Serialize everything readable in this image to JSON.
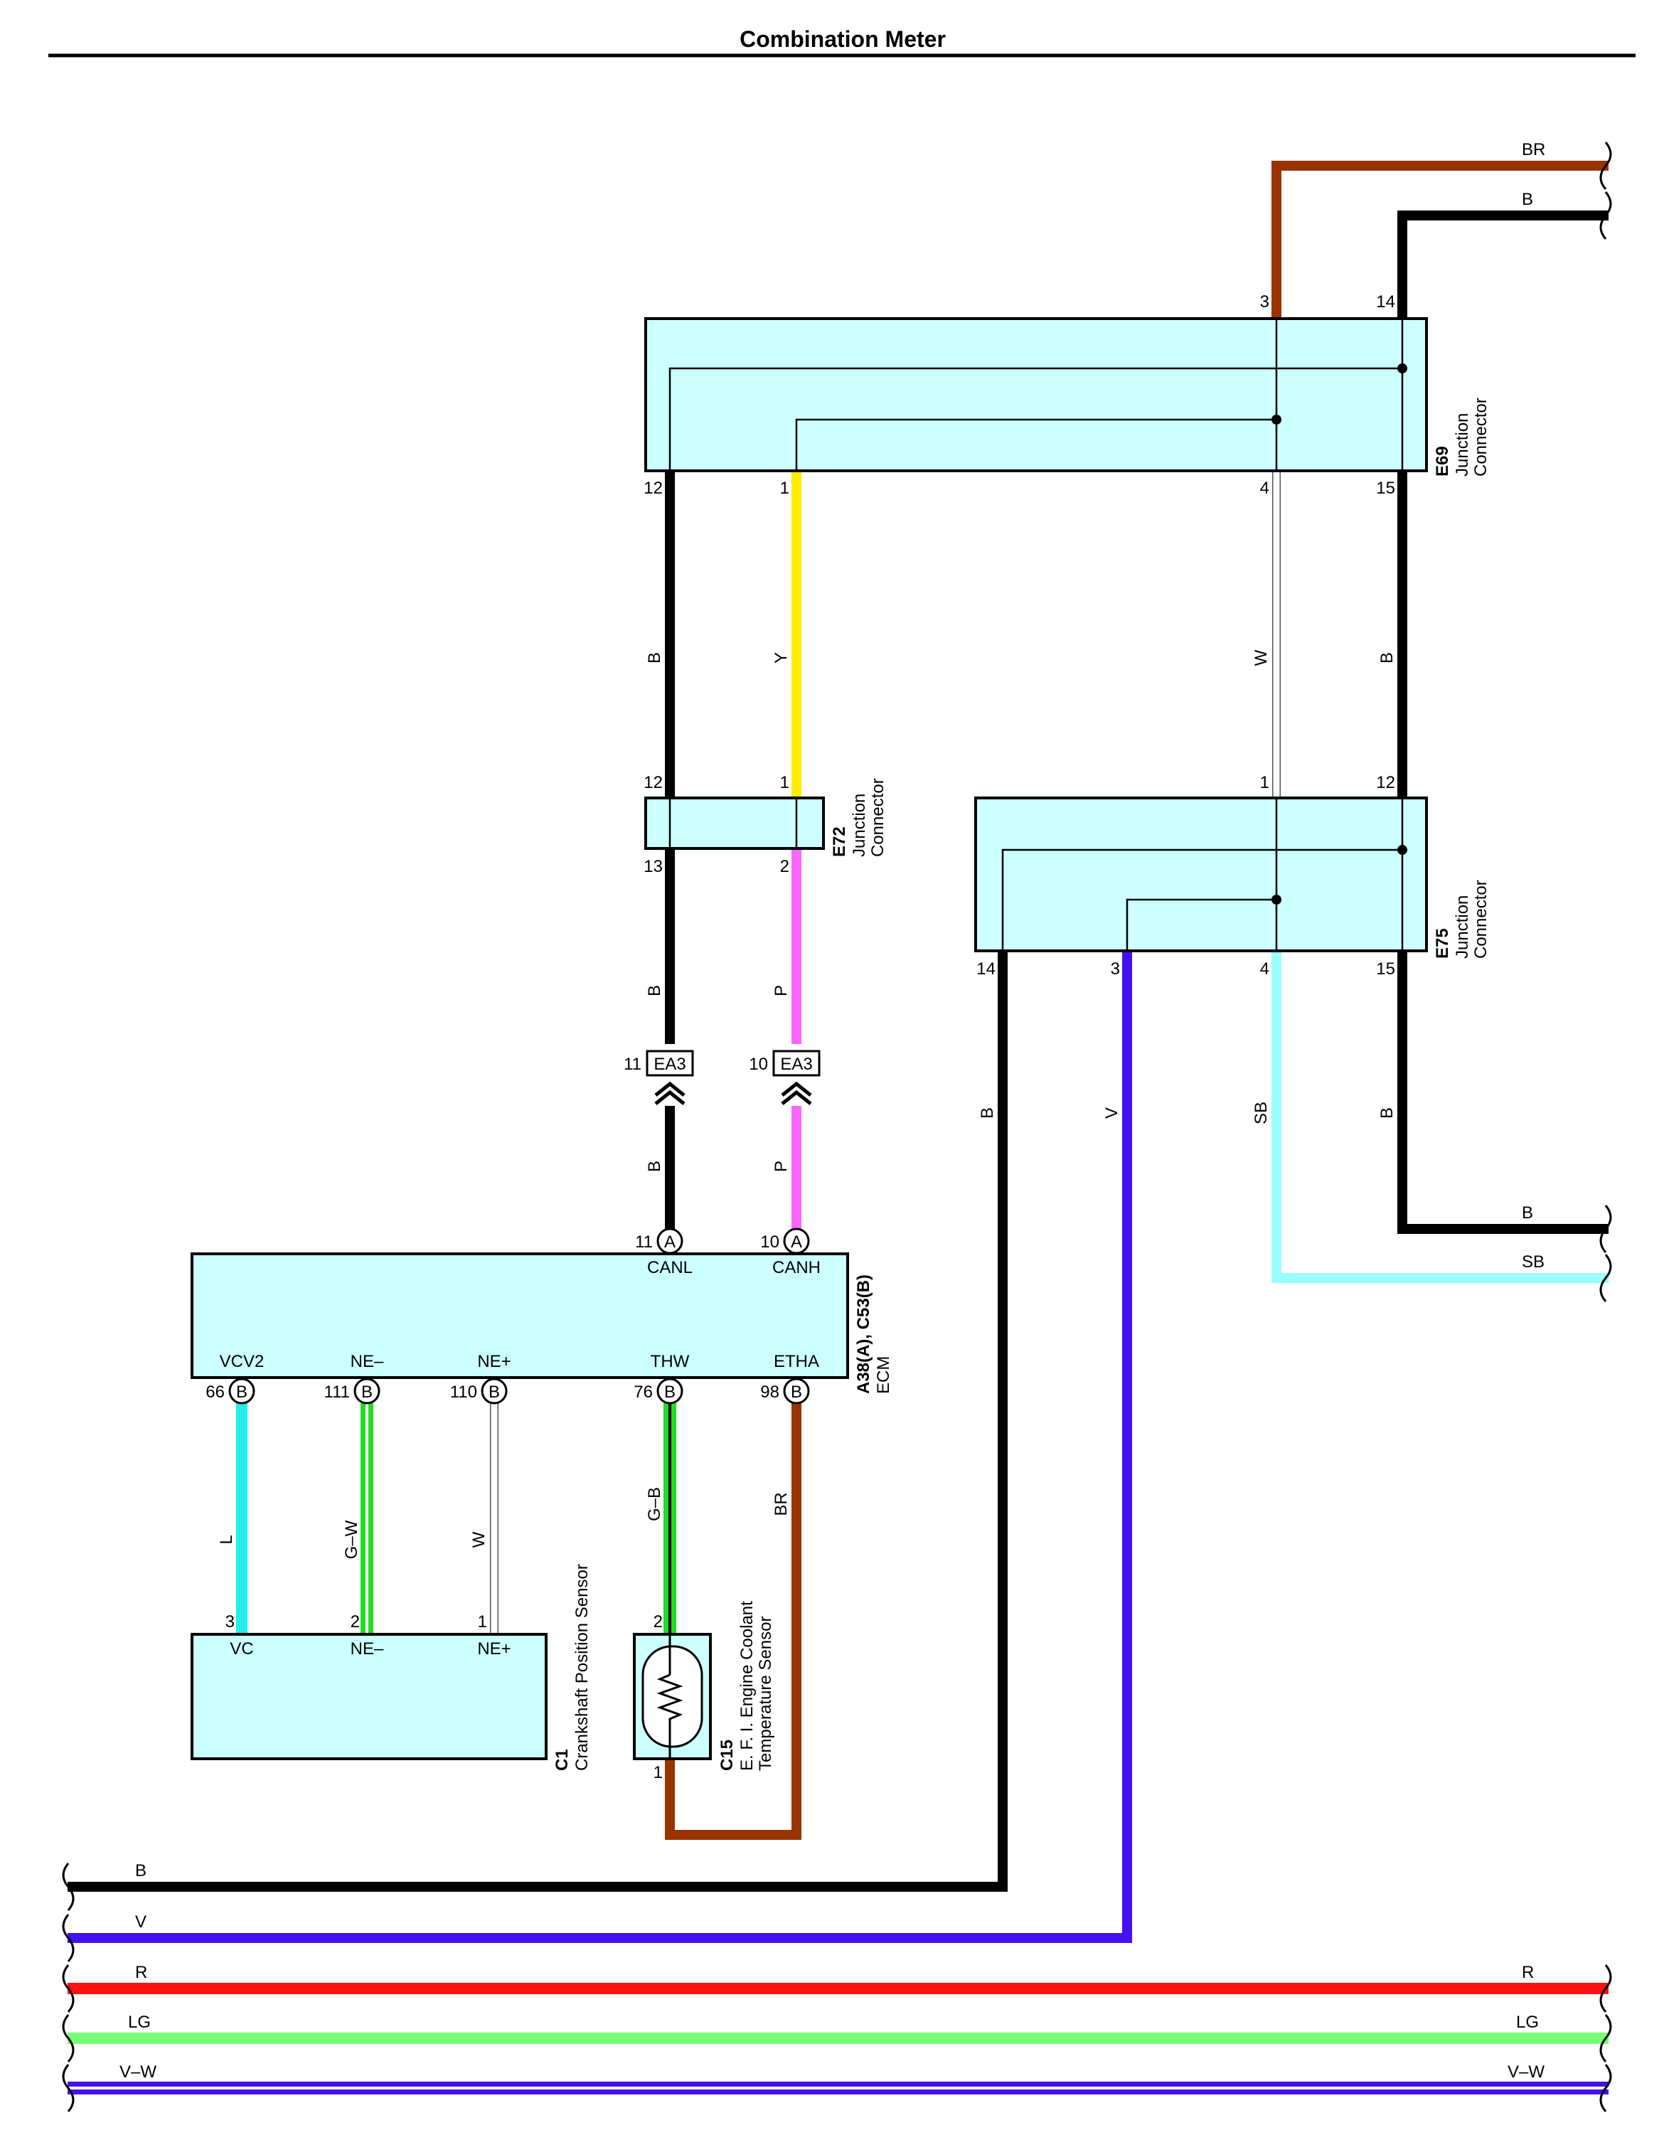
{
  "title": "Combination Meter",
  "colors": {
    "B": "#000000",
    "BR": "#993300",
    "Y": "#ffee00",
    "W": "#ffffff",
    "P": "#ff66ff",
    "V": "#4411ee",
    "SB": "#99ffff",
    "L": "#22eeee",
    "G": "#22dd22",
    "R": "#ff1111",
    "LG": "#77ff77",
    "box_fill": "#ccffff"
  },
  "connectors": {
    "e69": {
      "id": "E69",
      "name1": "Junction",
      "name2": "Connector"
    },
    "e72": {
      "id": "E72",
      "name1": "Junction",
      "name2": "Connector"
    },
    "e75": {
      "id": "E75",
      "name1": "Junction",
      "name2": "Connector"
    },
    "ecm": {
      "id": "A38(A), C53(B)",
      "name": "ECM"
    },
    "c1": {
      "id": "C1",
      "name": "Crankshaft Position Sensor"
    },
    "c15": {
      "id": "C15",
      "name1": "E. F. I.  Engine Coolant",
      "name2": "Temperature Sensor"
    },
    "ea3": {
      "id": "EA3"
    }
  },
  "ecm_terminals": {
    "canl": "CANL",
    "canh": "CANH",
    "vcv2": "VCV2",
    "ne_minus": "NE–",
    "ne_plus": "NE+",
    "thw": "THW",
    "etha": "ETHA",
    "group_a": "A",
    "group_b": "B"
  },
  "c1_terminals": {
    "vc": "VC",
    "ne_minus": "NE–",
    "ne_plus": "NE+"
  },
  "pins": {
    "e69_3": "3",
    "e69_14": "14",
    "e69_12": "12",
    "e69_1": "1",
    "e69_4": "4",
    "e69_15": "15",
    "e72_12": "12",
    "e72_1": "1",
    "e72_13": "13",
    "e72_2": "2",
    "e75_1": "1",
    "e75_12": "12",
    "e75_14": "14",
    "e75_3": "3",
    "e75_4": "4",
    "e75_15": "15",
    "ea3_11": "11",
    "ea3_10": "10",
    "ecm_11": "11",
    "ecm_10": "10",
    "ecm_66": "66",
    "ecm_111": "111",
    "ecm_110": "110",
    "ecm_76": "76",
    "ecm_98": "98",
    "c1_3": "3",
    "c1_2": "2",
    "c1_1": "1",
    "c15_2": "2",
    "c15_1": "1"
  },
  "wire_labels": {
    "br_top": "BR",
    "b_top": "B",
    "b_e69_12": "B",
    "y_e69_1": "Y",
    "w_e69_4": "W",
    "b_e69_15": "B",
    "b_e72_13": "B",
    "p_e72_2": "P",
    "b_ea3_11": "B",
    "p_ea3_10": "P",
    "b_e75_14": "B",
    "v_e75_3": "V",
    "sb_e75_4": "SB",
    "b_e75_15": "B",
    "b_right": "B",
    "sb_right": "SB",
    "l_vcv2": "L",
    "gw_ne_minus": "G–W",
    "w_ne_plus": "W",
    "gb_thw": "G–B",
    "br_etha": "BR"
  },
  "bus": {
    "b": "B",
    "v": "V",
    "r_left": "R",
    "r_right": "R",
    "lg_left": "LG",
    "lg_right": "LG",
    "vw_left": "V–W",
    "vw_right": "V–W"
  }
}
